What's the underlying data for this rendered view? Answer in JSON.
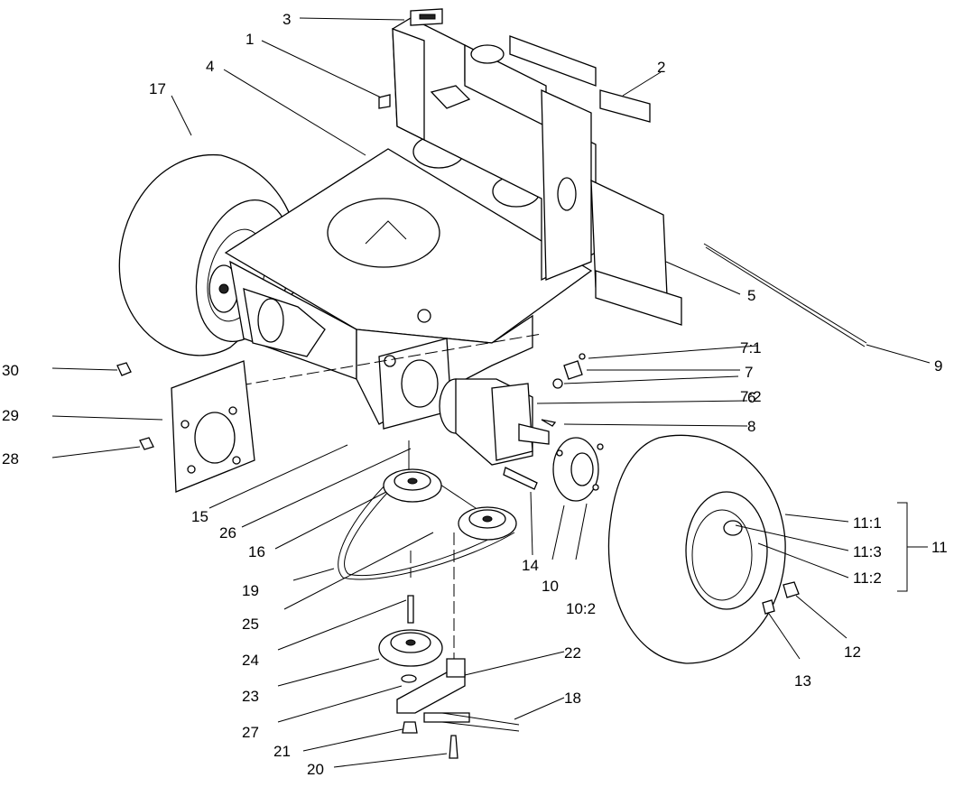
{
  "callouts": {
    "c1": "1",
    "c2": "2",
    "c3": "3",
    "c4": "4",
    "c5": "5",
    "c6": "6",
    "c7": "7",
    "c7_1": "7:1",
    "c7_2": "7:2",
    "c8": "8",
    "c9": "9",
    "c10": "10",
    "c10_2": "10:2",
    "c11": "11",
    "c11_1": "11:1",
    "c11_2": "11:2",
    "c11_3": "11:3",
    "c12": "12",
    "c13": "13",
    "c14": "14",
    "c15": "15",
    "c16": "16",
    "c17": "17",
    "c18": "18",
    "c19": "19",
    "c20": "20",
    "c21": "21",
    "c22": "22",
    "c23": "23",
    "c24": "24",
    "c25": "25",
    "c26": "26",
    "c27": "27",
    "c28": "28",
    "c29": "29",
    "c30": "30"
  }
}
